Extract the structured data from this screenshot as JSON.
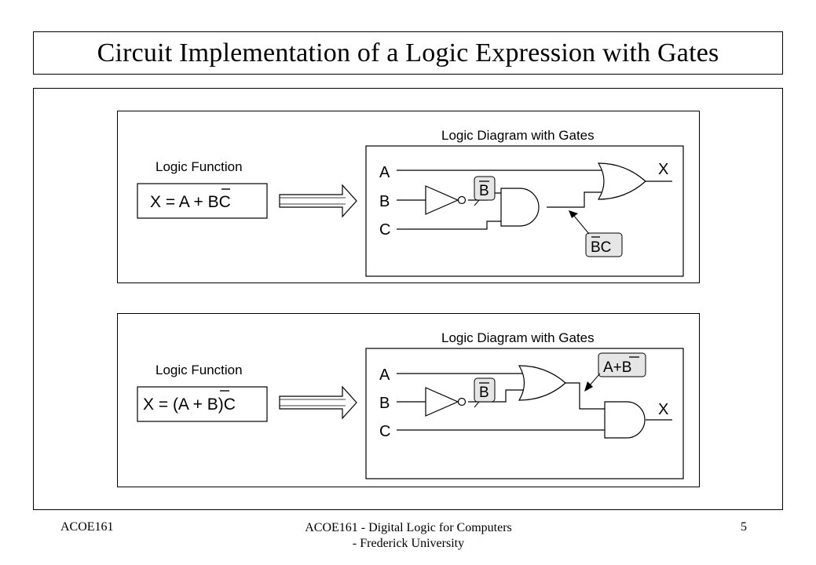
{
  "slide": {
    "title": "Circuit Implementation of a Logic Expression with Gates"
  },
  "panels": [
    {
      "function_header": "Logic Function",
      "expression_parts": [
        "X = A + ",
        "B",
        "C"
      ],
      "diagram_header": "Logic Diagram with Gates",
      "inputs": [
        "A",
        "B",
        "C"
      ],
      "output": "X",
      "callouts": [
        "B",
        "BC"
      ]
    },
    {
      "function_header": "Logic Function",
      "expression_parts": [
        "X = (A + ",
        "B",
        ")C"
      ],
      "diagram_header": "Logic Diagram with Gates",
      "inputs": [
        "A",
        "B",
        "C"
      ],
      "output": "X",
      "callouts": [
        "B",
        "A+B"
      ]
    }
  ],
  "footer": {
    "left": "ACOE161",
    "center_line1": "ACOE161 - Digital Logic for Computers",
    "center_line2": "- Frederick University",
    "page_number": "5"
  },
  "colors": {
    "callout_fill": "#e6e6e6",
    "line": "#000000"
  }
}
